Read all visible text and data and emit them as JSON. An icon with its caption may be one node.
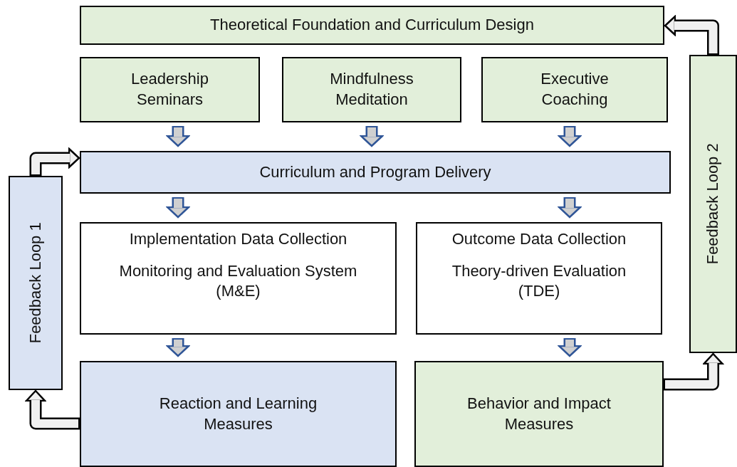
{
  "diagram": {
    "nodes": [
      {
        "text": [
          "Theoretical Foundation and Curriculum Design"
        ]
      },
      {
        "text": [
          "Leadership Seminars"
        ]
      },
      {
        "text": [
          "Mindfulness Meditation"
        ]
      },
      {
        "text": [
          "Executive Coaching"
        ]
      },
      {
        "text": [
          "Curriculum and Program Delivery"
        ]
      },
      {
        "text": [
          "Implementation Data Collection",
          "Monitoring and Evaluation System (M&E)"
        ]
      },
      {
        "text": [
          "Outcome Data Collection",
          "Theory-driven Evaluation (TDE)"
        ]
      },
      {
        "text": [
          "Reaction and Learning Measures"
        ]
      },
      {
        "text": [
          "Behavior and Impact Measures"
        ]
      },
      {
        "text": [
          "Feedback Loop 1"
        ]
      },
      {
        "text": [
          "Feedback Loop 2"
        ]
      }
    ],
    "edges": [
      {
        "from": 1,
        "to": 4,
        "arrow": "to"
      },
      {
        "from": 2,
        "to": 4,
        "arrow": "to"
      },
      {
        "from": 3,
        "to": 4,
        "arrow": "to"
      },
      {
        "from": 4,
        "to": 5,
        "arrow": "to"
      },
      {
        "from": 4,
        "to": 6,
        "arrow": "to"
      },
      {
        "from": 5,
        "to": 7,
        "arrow": "to"
      },
      {
        "from": 6,
        "to": 8,
        "arrow": "to"
      },
      {
        "from": 7,
        "to": 9,
        "arrow": "to",
        "color": "#000000"
      },
      {
        "from": 9,
        "to": 4,
        "arrow": "to",
        "color": "#000000"
      },
      {
        "from": 8,
        "to": 10,
        "arrow": "to",
        "color": "#000000"
      },
      {
        "from": 10,
        "to": 0,
        "arrow": "to",
        "color": "#000000"
      }
    ]
  }
}
